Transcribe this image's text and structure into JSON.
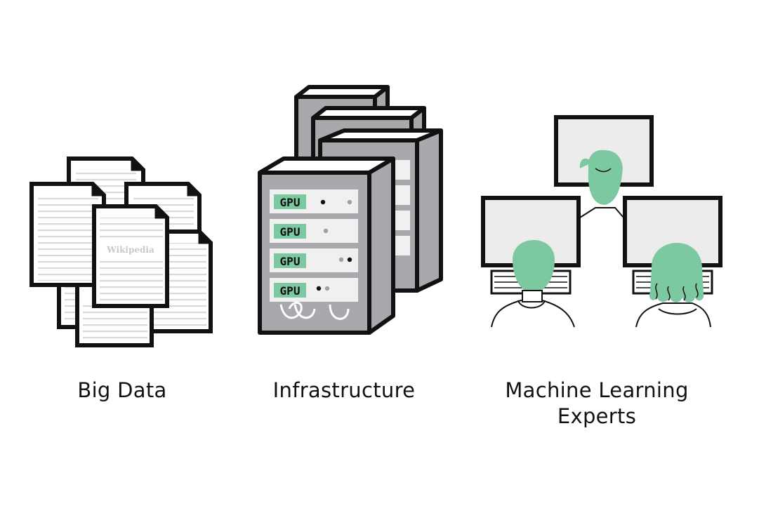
{
  "panels": [
    {
      "id": "big-data",
      "caption": "Big Data",
      "document_label": "Wikipedia"
    },
    {
      "id": "infrastructure",
      "caption": "Infrastructure",
      "slot_label": "GPU"
    },
    {
      "id": "experts",
      "caption_line1": "Machine Learning",
      "caption_line2": "Experts"
    }
  ],
  "colors": {
    "accent_green": "#7cc8a0",
    "outline": "#111111",
    "server_gray": "#a8a9ac",
    "paper_lines": "#d9d9d9",
    "screen_fill": "#ececec"
  }
}
